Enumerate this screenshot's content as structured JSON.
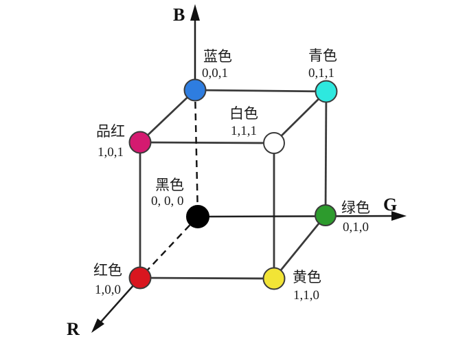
{
  "diagram": {
    "kind": "rgb-color-cube",
    "background": "#ffffff",
    "edge_color": "#3a3a3a",
    "text_color": "#1c1c1c"
  },
  "axes": {
    "b": "B",
    "g": "G",
    "r": "R"
  },
  "vertices": [
    {
      "id": "blue",
      "name": "蓝色",
      "coords": "0,0,1",
      "color": "#2e7de0"
    },
    {
      "id": "cyan",
      "name": "青色",
      "coords": "0,1,1",
      "color": "#2ee8df"
    },
    {
      "id": "magenta",
      "name": "品红",
      "coords": "1,0,1",
      "color": "#d41a70"
    },
    {
      "id": "white",
      "name": "白色",
      "coords": "1,1,1",
      "color": "#ffffff"
    },
    {
      "id": "black",
      "name": "黑色",
      "coords": "0, 0, 0",
      "color": "#000000"
    },
    {
      "id": "green",
      "name": "绿色",
      "coords": "0,1,0",
      "color": "#2d9b2d"
    },
    {
      "id": "red",
      "name": "红色",
      "coords": "1,0,0",
      "color": "#d9161f"
    },
    {
      "id": "yellow",
      "name": "黄色",
      "coords": "1,1,0",
      "color": "#f2e436"
    }
  ]
}
